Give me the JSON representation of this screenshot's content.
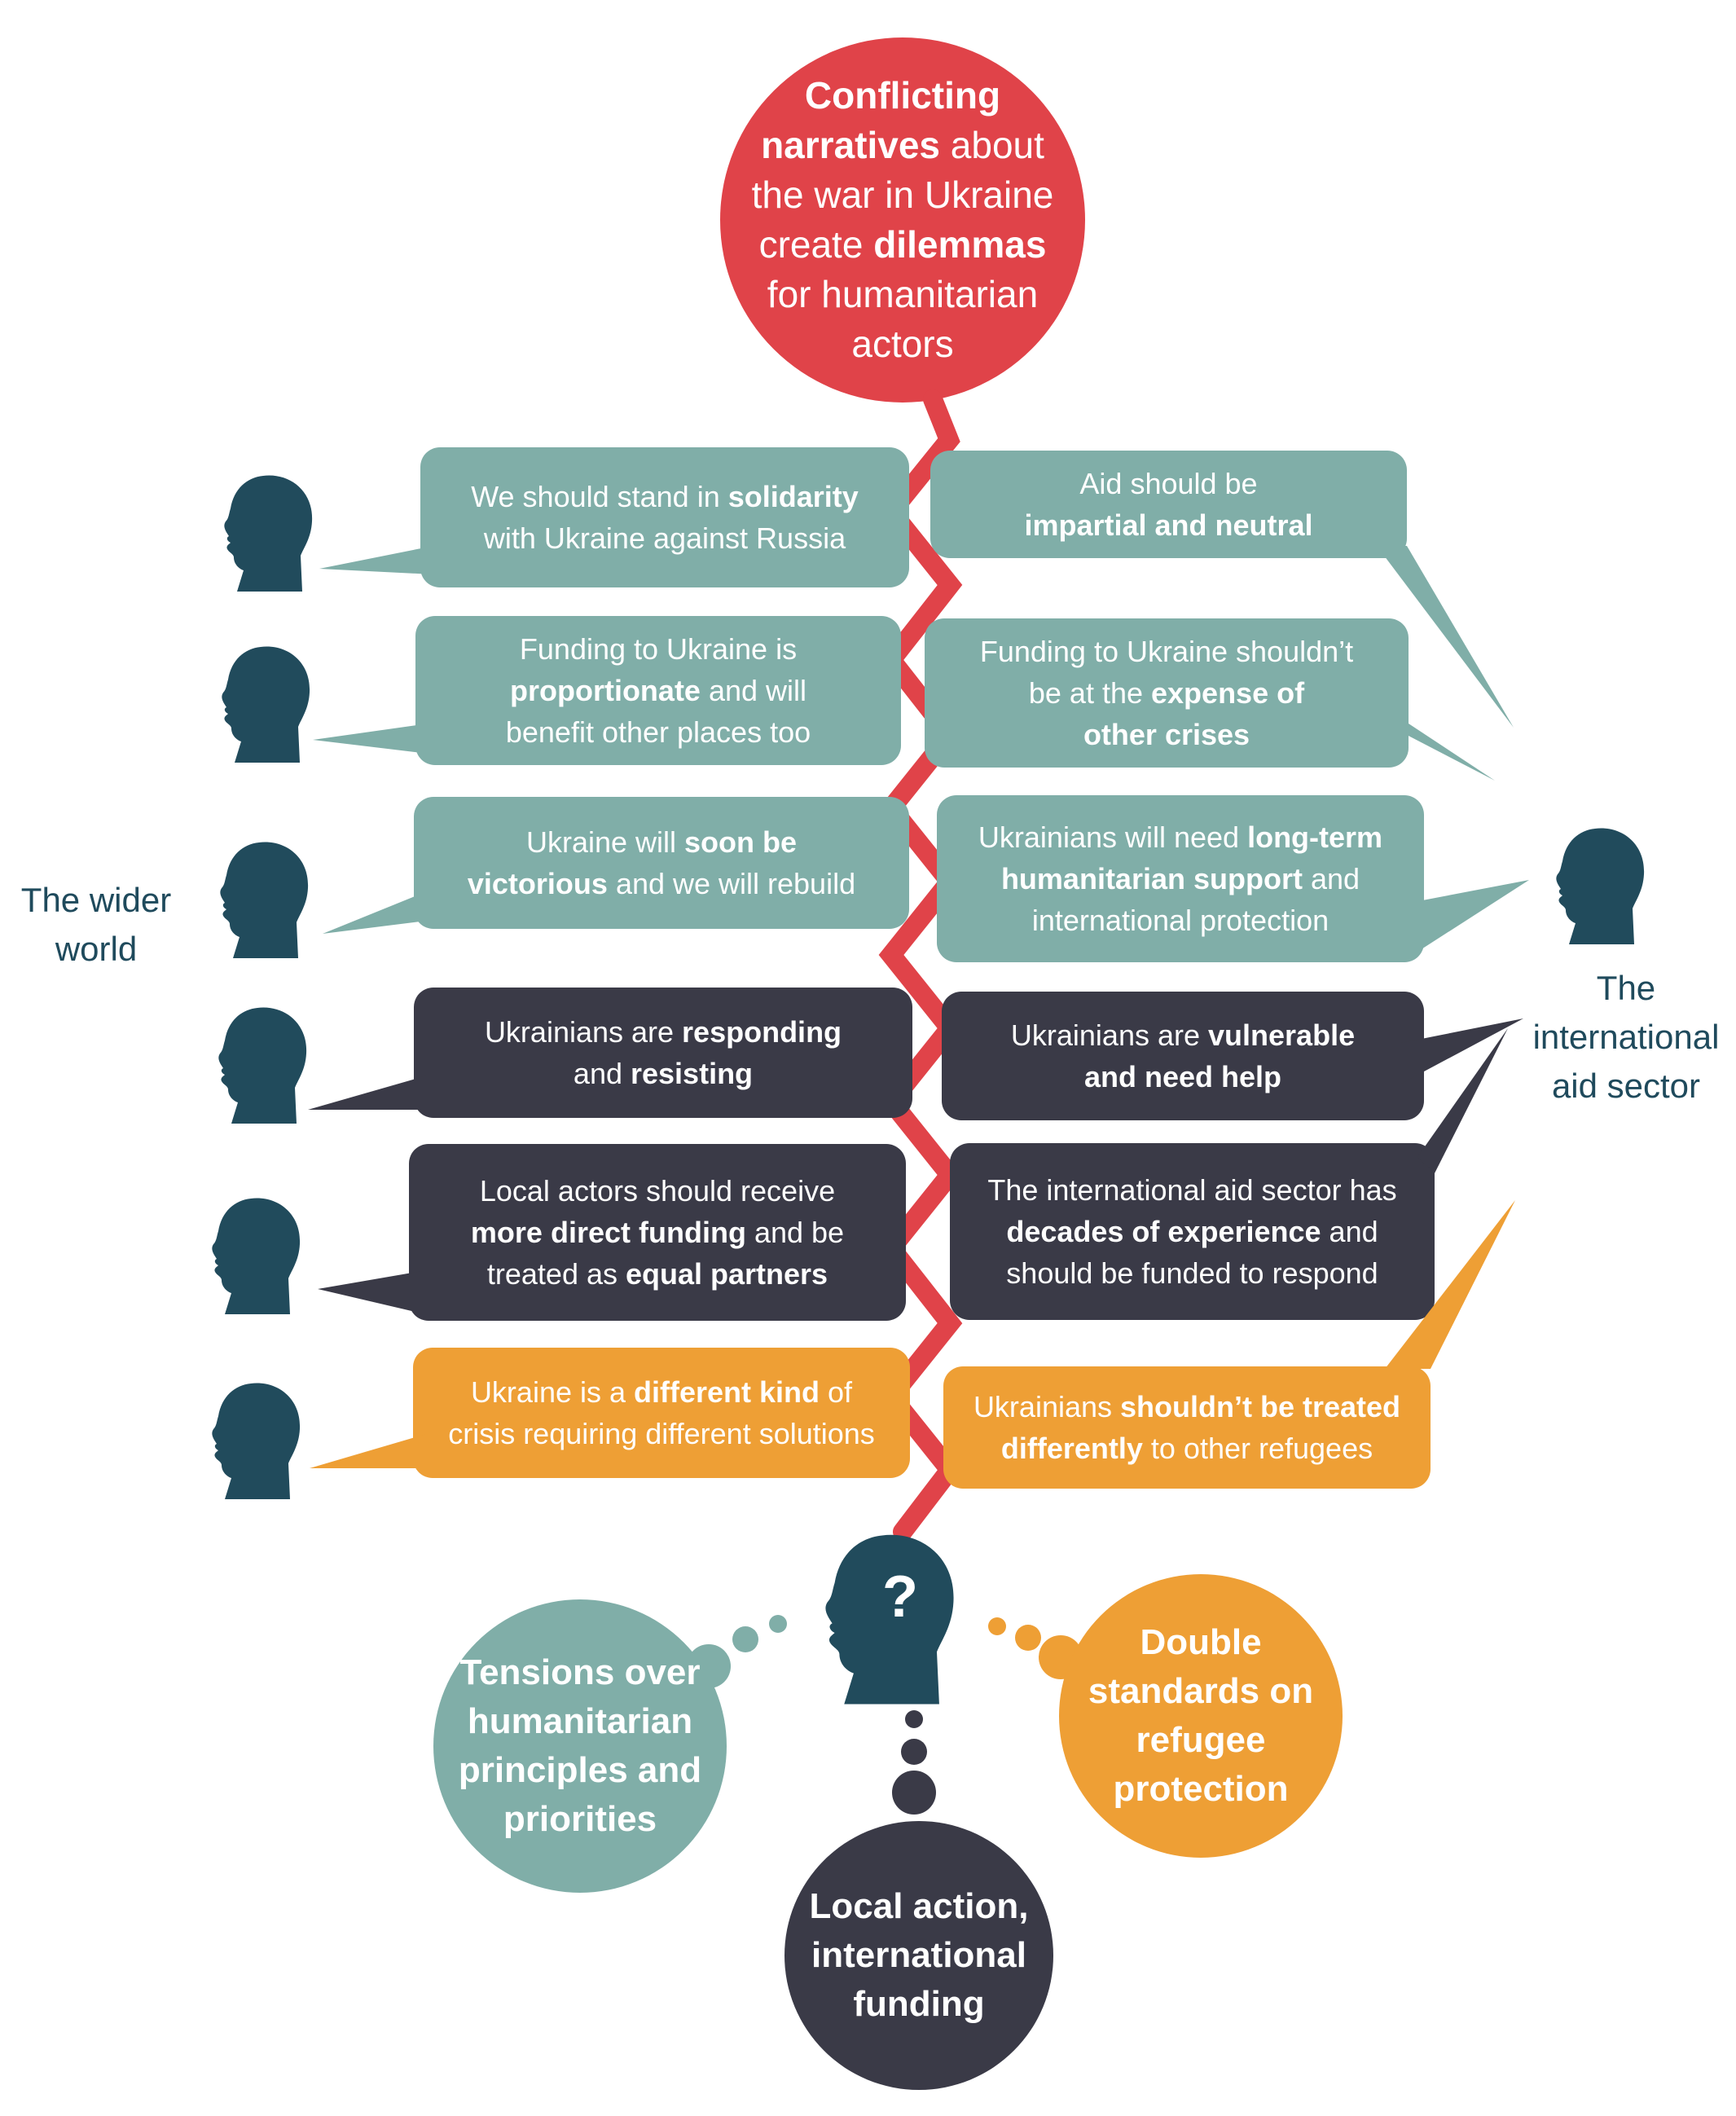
{
  "colors": {
    "red": "#e04349",
    "teal": "#80aea8",
    "dark": "#3a3a47",
    "orange": "#ee9f35",
    "head": "#214b5c",
    "label": "#1f4a5c"
  },
  "icons": {
    "left_heads": "head-profile-icon",
    "right_head": "head-profile-icon",
    "center_head": "question-head-icon"
  },
  "top_circle": {
    "parts": [
      [
        {
          "text": "Conflicting",
          "bold": true
        }
      ],
      [
        {
          "text": "narratives",
          "bold": true
        },
        {
          "text": " about",
          "bold": false
        }
      ],
      [
        {
          "text": "the war in Ukraine",
          "bold": false
        }
      ],
      [
        {
          "text": "create ",
          "bold": false
        },
        {
          "text": "dilemmas",
          "bold": true
        }
      ],
      [
        {
          "text": "for humanitarian",
          "bold": false
        }
      ],
      [
        {
          "text": "actors",
          "bold": false
        }
      ]
    ]
  },
  "labels": {
    "wider_world": [
      "The wider",
      "world"
    ],
    "aid_sector": [
      "The",
      "international",
      "aid sector"
    ]
  },
  "center_head": {
    "symbol": "?"
  },
  "rows": [
    {
      "color": "teal",
      "left": [
        [
          {
            "text": "We should stand in ",
            "bold": false
          },
          {
            "text": "solidarity",
            "bold": true
          }
        ],
        [
          {
            "text": "with Ukraine against Russia",
            "bold": false
          }
        ]
      ],
      "right": [
        [
          {
            "text": "Aid should be",
            "bold": false
          }
        ],
        [
          {
            "text": "impartial and neutral",
            "bold": true
          }
        ]
      ]
    },
    {
      "color": "teal",
      "left": [
        [
          {
            "text": "Funding to Ukraine is",
            "bold": false
          }
        ],
        [
          {
            "text": "proportionate",
            "bold": true
          },
          {
            "text": " and will",
            "bold": false
          }
        ],
        [
          {
            "text": "benefit other places too",
            "bold": false
          }
        ]
      ],
      "right": [
        [
          {
            "text": "Funding to Ukraine shouldn’t",
            "bold": false
          }
        ],
        [
          {
            "text": "be at the ",
            "bold": false
          },
          {
            "text": "expense of",
            "bold": true
          }
        ],
        [
          {
            "text": "other crises",
            "bold": true
          }
        ]
      ]
    },
    {
      "color": "teal",
      "left": [
        [
          {
            "text": "Ukraine will ",
            "bold": false
          },
          {
            "text": "soon be",
            "bold": true
          }
        ],
        [
          {
            "text": "victorious",
            "bold": true
          },
          {
            "text": " and we will rebuild",
            "bold": false
          }
        ]
      ],
      "right": [
        [
          {
            "text": "Ukrainians will need ",
            "bold": false
          },
          {
            "text": "long-term",
            "bold": true
          }
        ],
        [
          {
            "text": "humanitarian support",
            "bold": true
          },
          {
            "text": " and",
            "bold": false
          }
        ],
        [
          {
            "text": "international protection",
            "bold": false
          }
        ]
      ]
    },
    {
      "color": "dark",
      "left": [
        [
          {
            "text": "Ukrainians are ",
            "bold": false
          },
          {
            "text": "responding",
            "bold": true
          }
        ],
        [
          {
            "text": "and ",
            "bold": false
          },
          {
            "text": "resisting",
            "bold": true
          }
        ]
      ],
      "right": [
        [
          {
            "text": "Ukrainians are ",
            "bold": false
          },
          {
            "text": "vulnerable",
            "bold": true
          }
        ],
        [
          {
            "text": "and need help",
            "bold": true
          }
        ]
      ]
    },
    {
      "color": "dark",
      "left": [
        [
          {
            "text": "Local actors should receive",
            "bold": false
          }
        ],
        [
          {
            "text": "more direct funding",
            "bold": true
          },
          {
            "text": " and be",
            "bold": false
          }
        ],
        [
          {
            "text": "treated as ",
            "bold": false
          },
          {
            "text": "equal partners",
            "bold": true
          }
        ]
      ],
      "right": [
        [
          {
            "text": "The international aid sector has",
            "bold": false
          }
        ],
        [
          {
            "text": "decades of experience",
            "bold": true
          },
          {
            "text": " and",
            "bold": false
          }
        ],
        [
          {
            "text": "should be funded to respond",
            "bold": false
          }
        ]
      ]
    },
    {
      "color": "orange",
      "left": [
        [
          {
            "text": "Ukraine is a ",
            "bold": false
          },
          {
            "text": "different kind",
            "bold": true
          },
          {
            "text": " of",
            "bold": false
          }
        ],
        [
          {
            "text": "crisis requiring different solutions",
            "bold": false
          }
        ]
      ],
      "right": [
        [
          {
            "text": "Ukrainians ",
            "bold": false
          },
          {
            "text": "shouldn’t be treated",
            "bold": true
          }
        ],
        [
          {
            "text": "differently",
            "bold": true
          },
          {
            "text": " to other refugees",
            "bold": false
          }
        ]
      ]
    }
  ],
  "outcomes": {
    "teal": [
      "Tensions over",
      "humanitarian",
      "principles and",
      "priorities"
    ],
    "dark": [
      "Local action,",
      "international",
      "funding"
    ],
    "orange": [
      "Double",
      "standards on",
      "refugee",
      "protection"
    ]
  }
}
